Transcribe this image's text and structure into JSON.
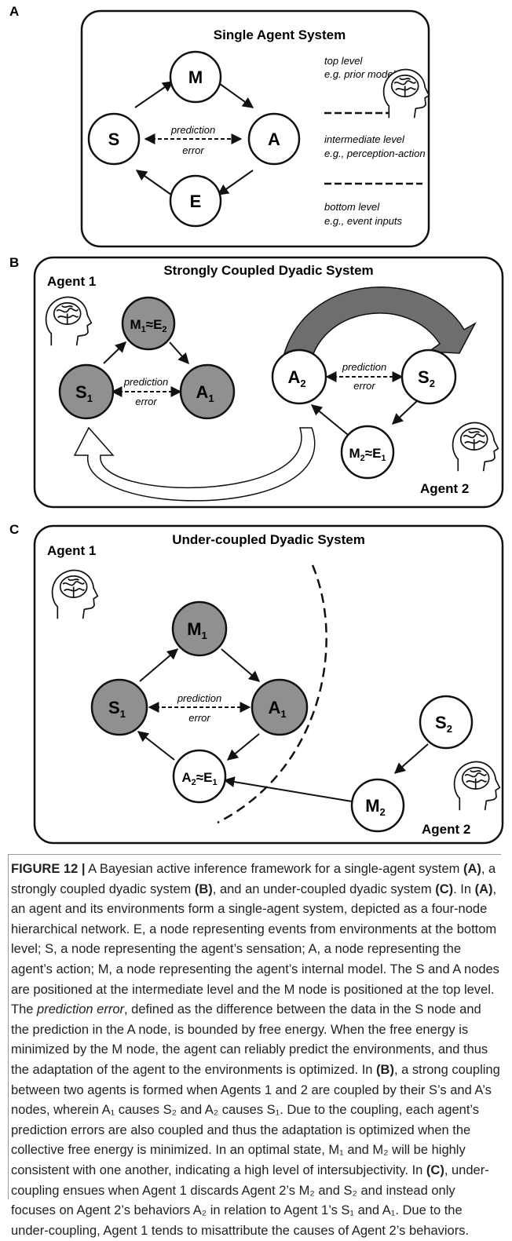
{
  "panels": {
    "a": {
      "letter": "A",
      "title": "Single Agent System",
      "nodes": {
        "m": "M",
        "s": "S",
        "a": "A",
        "e": "E"
      },
      "pe_line1": "prediction",
      "pe_line2": "error",
      "legend": {
        "top_name": "top level",
        "top_example": "e.g. prior model",
        "mid_name": "intermediate level",
        "mid_example": "e.g., perception-action",
        "bottom_name": "bottom level",
        "bottom_example": "e.g., event inputs"
      }
    },
    "b": {
      "letter": "B",
      "title": "Strongly Coupled Dyadic System",
      "agent1": "Agent 1",
      "agent2": "Agent 2",
      "pe_line1": "prediction",
      "pe_line2": "error"
    },
    "c": {
      "letter": "C",
      "title": "Under-coupled Dyadic System",
      "agent1": "Agent 1",
      "agent2": "Agent 2",
      "pe_line1": "prediction",
      "pe_line2": "error"
    }
  },
  "colors": {
    "filled_node": "#909090",
    "open_node": "#ffffff",
    "arc_fill": "#6e6e6e"
  },
  "caption": {
    "label": "FIGURE 12 |",
    "p1": " A Bayesian active inference framework for a single-agent system ",
    "ref_a": "(A)",
    "p2": ", a strongly coupled dyadic system ",
    "ref_b": "(B)",
    "p3": ", and an under-coupled dyadic system ",
    "ref_c": "(C)",
    "p4": ". In ",
    "ref_a2": "(A)",
    "p5": ", an agent and its environments form a single-agent system, depicted as a four-node hierarchical network. E, a node representing events from environments at the bottom level; S, a node representing the agent’s sensation; A, a node representing the agent’s action; M, a node representing the agent’s internal model. The S and A nodes are positioned at the intermediate level and the M node is positioned at the top level. The ",
    "pe_term": "prediction error",
    "p6": ", defined as the difference between the data in the S node and the prediction in the A node, is bounded by free energy. When the free energy is minimized by the M node, the agent can reliably predict the environments, and thus the adaptation of the agent to the environments is optimized. In ",
    "ref_b2": "(B)",
    "p7": ", a strong coupling between two agents is formed when Agents 1 and 2 are coupled by their S’s and A’s nodes, wherein A₁ causes S₂ and A₂ causes S₁. Due to the coupling, each agent’s prediction errors are also coupled and thus the adaptation is optimized when the collective free energy is minimized. In an optimal state, M₁ and M₂ will be highly consistent with one another, indicating a high level of intersubjectivity. In ",
    "ref_c2": "(C)",
    "p8": ", under-coupling ensues when Agent 1 discards Agent 2’s M₂ and S₂ and instead only focuses on Agent 2’s behaviors A₂ in relation to Agent 1’s S₁ and A₁. Due to the under-coupling, Agent 1 tends to misattribute the causes of Agent 2’s behaviors."
  }
}
